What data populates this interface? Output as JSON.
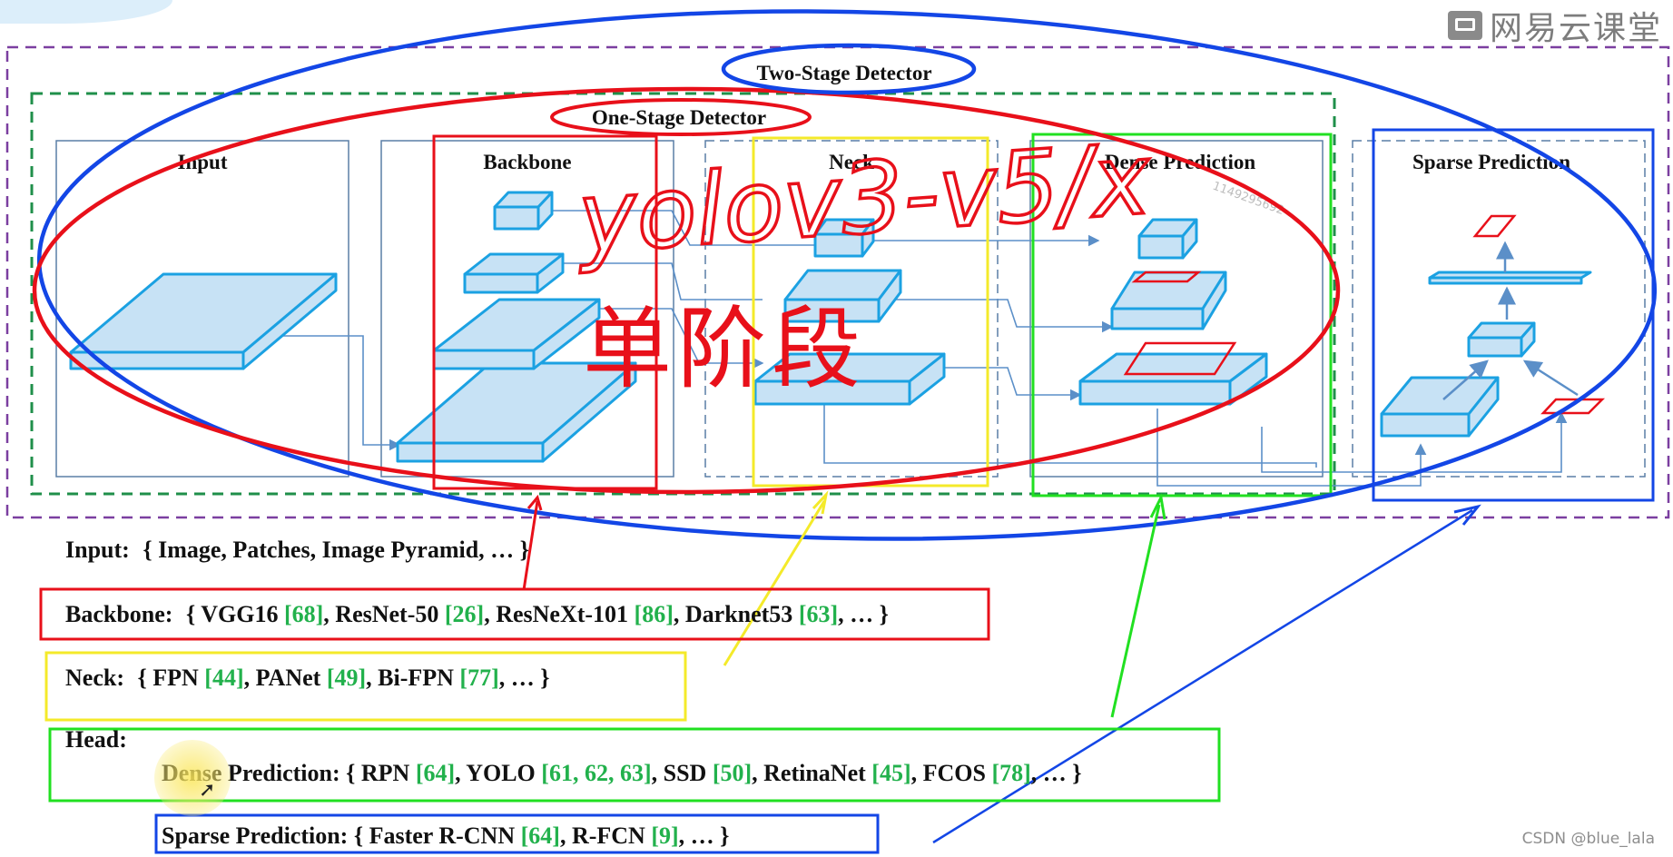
{
  "watermark": {
    "logo_icon": "netease-cloud-classroom-icon",
    "text": "网易云课堂"
  },
  "credit": "CSDN @blue_lala",
  "diagram": {
    "two_stage_title": "Two-Stage Detector",
    "one_stage_title": "One-Stage Detector",
    "panels": {
      "input": "Input",
      "backbone": "Backbone",
      "neck": "Neck",
      "dense": "Dense Prediction",
      "sparse": "Sparse Prediction"
    },
    "faint_id": "1149295692"
  },
  "handwriting": {
    "line1": "yolov3-v5/x",
    "line2": "单阶段"
  },
  "legend": {
    "input": {
      "label": "Input:",
      "text": "{ Image, Patches, Image Pyramid, … }"
    },
    "backbone": {
      "label": "Backbone:",
      "parts": [
        {
          "t": "{ VGG16 "
        },
        {
          "r": "[68]"
        },
        {
          "t": ", ResNet-50 "
        },
        {
          "r": "[26]"
        },
        {
          "t": ", ResNeXt-101 "
        },
        {
          "r": "[86]"
        },
        {
          "t": ", Darknet53 "
        },
        {
          "r": "[63]"
        },
        {
          "t": ", … }"
        }
      ]
    },
    "neck": {
      "label": "Neck:",
      "parts": [
        {
          "t": "{ FPN "
        },
        {
          "r": "[44]"
        },
        {
          "t": ", PANet "
        },
        {
          "r": "[49]"
        },
        {
          "t": ", Bi-FPN "
        },
        {
          "r": "[77]"
        },
        {
          "t": ", … }"
        }
      ]
    },
    "head": {
      "label": "Head:",
      "dense_parts": [
        {
          "t": "Dense Prediction: { RPN "
        },
        {
          "r": "[64]"
        },
        {
          "t": ", YOLO "
        },
        {
          "r": "[61, 62, 63]"
        },
        {
          "t": ", SSD "
        },
        {
          "r": "[50]"
        },
        {
          "t": ", RetinaNet "
        },
        {
          "r": "[45]"
        },
        {
          "t": ", FCOS "
        },
        {
          "r": "[78]"
        },
        {
          "t": ", … }"
        }
      ],
      "sparse_parts": [
        {
          "t": "Sparse Prediction: { Faster R-CNN "
        },
        {
          "r": "[64]"
        },
        {
          "t": ",  R-FCN "
        },
        {
          "r": "[9]"
        },
        {
          "t": ", … }"
        }
      ]
    }
  },
  "colors": {
    "purple_dash": "#7b3fa0",
    "green_dash": "#1f8f4a",
    "panel_border": "#5a7fa6",
    "block_fill": "#c7e2f5",
    "block_edge": "#1ba1e2",
    "ref_green": "#22b14c",
    "annot_red": "#e8101a",
    "annot_blue": "#1346e6",
    "annot_yellow": "#f4ea2a",
    "annot_green": "#21e021"
  }
}
